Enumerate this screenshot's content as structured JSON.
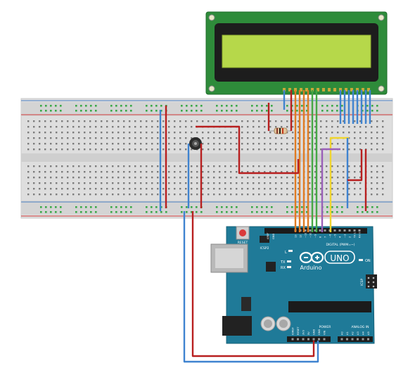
{
  "arduino": {
    "logo_text": "Arduino",
    "model_badge": "UNO",
    "reset_label": "RESET",
    "icsp2_label": "ICSP2",
    "icsp_label": "ICSP",
    "digital_label": "DIGITAL (PWM=~)",
    "aref_label": "AREF",
    "gnd_label": "GND",
    "on_label": "ON",
    "l_label": "L",
    "tx_label": "TX",
    "rx_label": "RX",
    "power_label": "POWER",
    "analog_label": "ANALOG IN",
    "power_pins": [
      "IOREF",
      "RESET",
      "3V3",
      "5V",
      "GND",
      "GND",
      "VIN"
    ],
    "analog_pins": [
      "A0",
      "A1",
      "A2",
      "A3",
      "A4",
      "A5"
    ],
    "digital_pins": [
      "13",
      "12",
      "~11",
      "~10",
      "~9",
      "8",
      "7",
      "~6",
      "~5",
      "4",
      "~3",
      "2",
      "TX 1",
      "RX 0"
    ]
  },
  "colors": {
    "breadboard": "#dcdcdc",
    "rail_red": "#d13a3a",
    "rail_blue": "#4a7fc1",
    "pcb_lcd": "#2e8b3a",
    "lcd_screen": "#b6d84a",
    "arduino_board": "#1f7a98",
    "wire_red": "#b81f1f",
    "wire_blue": "#3f83d0",
    "wire_orange": "#e07b22",
    "wire_green": "#45a845",
    "wire_yellow": "#f0d530",
    "wire_purple": "#9a5fb8"
  }
}
